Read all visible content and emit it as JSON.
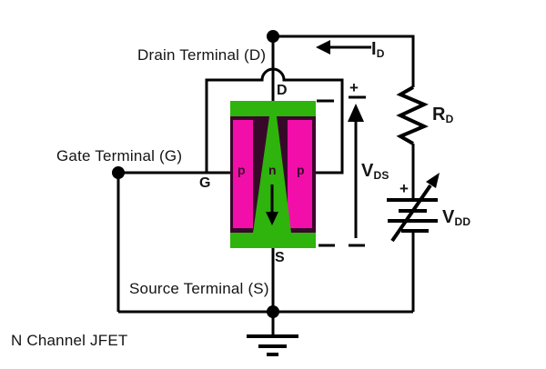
{
  "diagram": {
    "caption": "N Channel JFET",
    "terminals": {
      "drain": "Drain Terminal (D)",
      "gate": "Gate Terminal (G)",
      "source": "Source Terminal (S)"
    },
    "pins": {
      "drain": "D",
      "gate": "G",
      "source": "S"
    },
    "regions": {
      "p_left": "p",
      "n_channel": "n",
      "p_right": "p"
    },
    "quantities": {
      "drain_current": {
        "base": "I",
        "sub": "D"
      },
      "drain_resistor": {
        "base": "R",
        "sub": "D"
      },
      "drain_source_voltage": {
        "base": "V",
        "sub": "DS"
      },
      "supply_voltage": {
        "base": "V",
        "sub": "DD"
      }
    },
    "signs": {
      "vds_plus": "+",
      "vdd_plus": "+"
    }
  },
  "colors": {
    "green": "#2fb30d",
    "magenta": "#f20fa9",
    "dark": "#38082b",
    "wire": "#000000",
    "background": "#ffffff"
  }
}
